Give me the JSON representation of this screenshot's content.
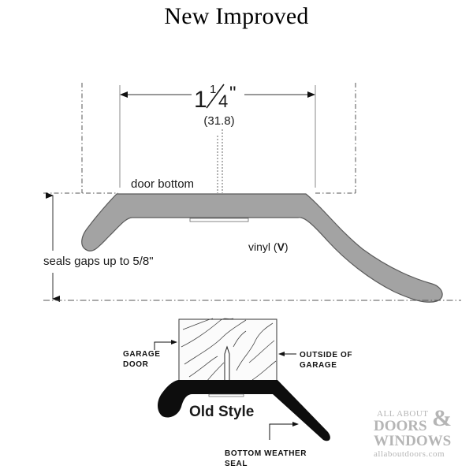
{
  "title": "New Improved",
  "new_profile": {
    "dimension_main": "1",
    "dimension_num": "1",
    "dimension_den": "4",
    "dimension_unit": "\"",
    "dimension_metric": "(31.8)",
    "label_door_bottom": "door bottom",
    "label_material": "vinyl (",
    "label_material_code": "V",
    "label_material_close": ")",
    "label_gap": "seals gaps up to 5/8\"",
    "fill_color": "#a3a3a3",
    "stroke_color": "#5a5a5a"
  },
  "old_profile": {
    "label_style": "Old Style",
    "label_door_line1": "GARAGE",
    "label_door_line2": "DOOR",
    "label_outside_line1": "OUTSIDE OF",
    "label_outside_line2": "GARAGE",
    "label_seal_line1": "BOTTOM WEATHER",
    "label_seal_line2": "SEAL",
    "fill_color": "#0d0d0d"
  },
  "watermark": {
    "line1": "ALL ABOUT",
    "line2": "DOORS",
    "ampersand": "&",
    "line3": "WINDOWS",
    "url": "allaboutdoors.com",
    "color": "#b5b5b5"
  }
}
